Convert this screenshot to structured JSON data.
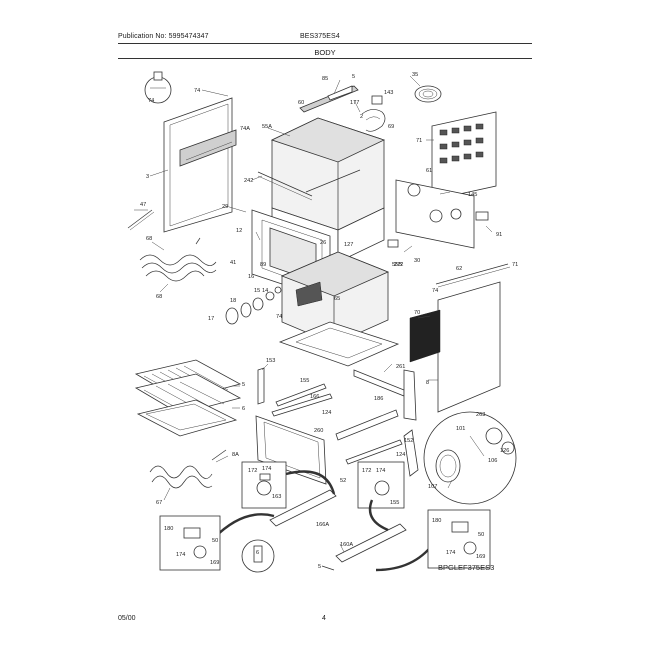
{
  "header": {
    "publication": "Publication No: 5995474347",
    "model": "BES375ES4",
    "section_title": "BODY"
  },
  "footer": {
    "date": "05/00",
    "page": "4"
  },
  "diagram": {
    "drawing_code": "BPGLEF375ES3",
    "callouts": {
      "c74a": "74",
      "c74b": "74",
      "c74c": "74",
      "c74d": "74",
      "c74A": "74A",
      "c3": "3",
      "c47": "47",
      "c68": "68",
      "c68b": "68",
      "c29": "29",
      "c12": "12",
      "c41": "41",
      "c16": "16",
      "c15": "15",
      "c14": "14",
      "c18": "18",
      "c17": "17",
      "c85": "85",
      "c5": "5",
      "c60": "60",
      "c177": "177",
      "c143": "143",
      "c69": "69",
      "c55A": "55A",
      "c242": "242",
      "c35": "35",
      "c71": "71",
      "c61": "61",
      "c145": "145",
      "c26": "26",
      "c127": "127",
      "c89": "89",
      "c91": "91",
      "c30": "30",
      "c272": "272",
      "c62": "62",
      "c71b": "71",
      "c55B": "55B",
      "c65": "65",
      "c70": "70",
      "c8": "8",
      "c5b": "5",
      "c6": "6",
      "c153": "153",
      "c155": "155",
      "c124": "124",
      "c261": "261",
      "c186": "186",
      "c260": "260",
      "c124b": "124",
      "c152": "152",
      "c101": "101",
      "c263": "263",
      "c106": "106",
      "c126": "126",
      "c107": "107",
      "c8A": "8A",
      "c67": "67",
      "c172": "172",
      "c174": "174",
      "c163": "163",
      "c172b": "172",
      "c174b": "174",
      "c155b": "155",
      "c52": "52",
      "c166A": "166A",
      "c160A": "160A",
      "c180": "180",
      "c174c": "174",
      "c50": "50",
      "c169": "169",
      "c6b": "6",
      "c5c": "5",
      "c180b": "180",
      "c174d": "174",
      "c50b": "50",
      "c166": "166",
      "c2": "2"
    }
  }
}
